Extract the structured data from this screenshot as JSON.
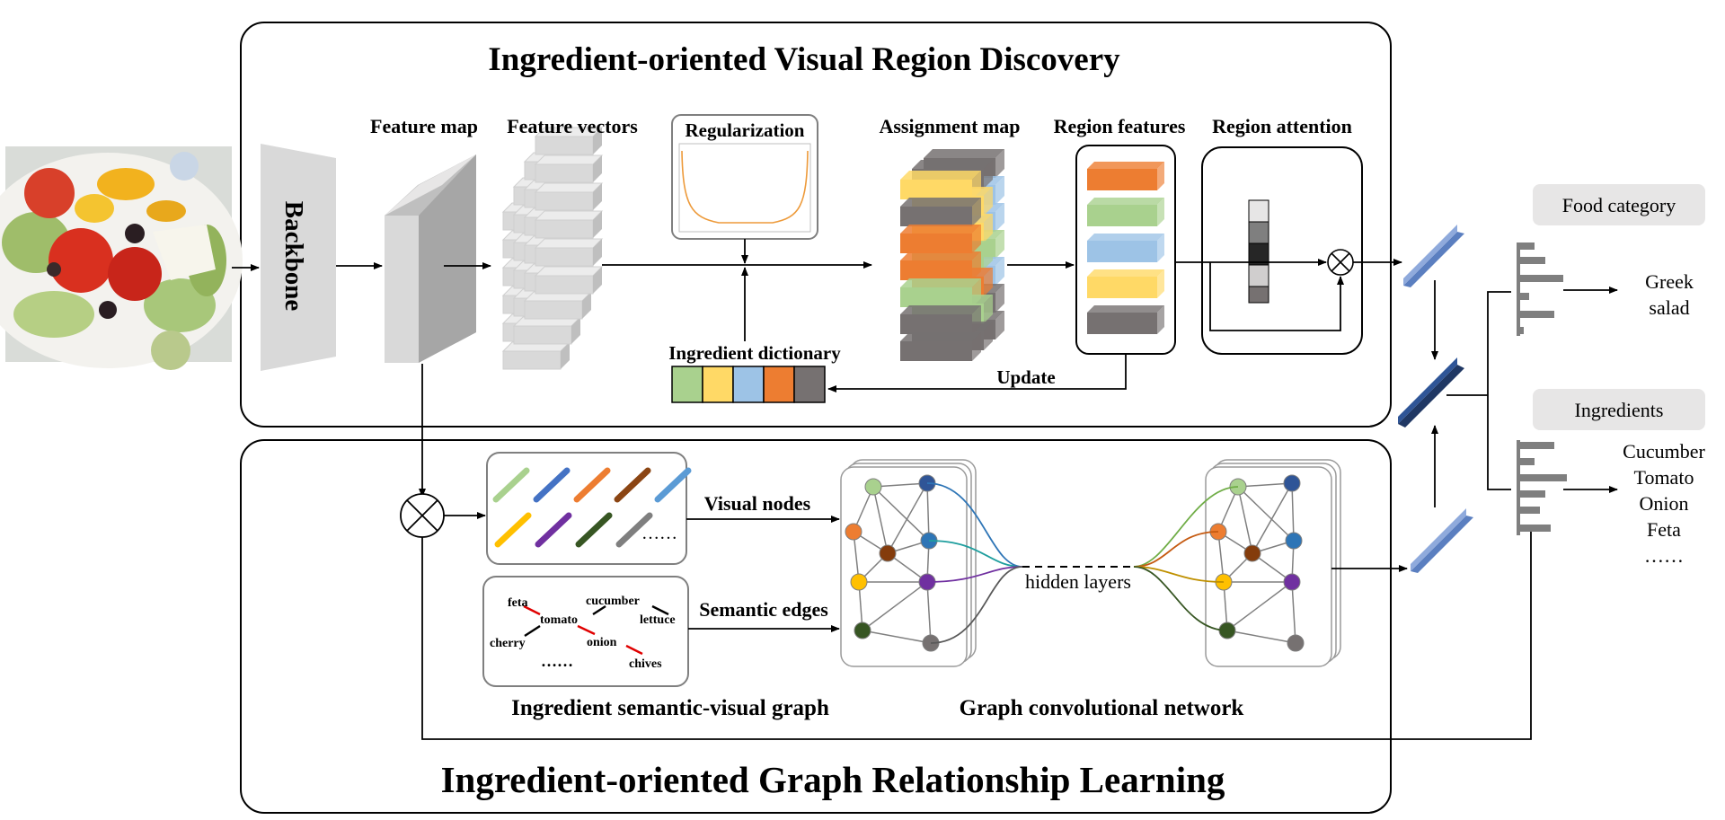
{
  "top_panel": {
    "title": "Ingredient-oriented Visual Region Discovery",
    "backbone": "Backbone",
    "feature_map": "Feature map",
    "feature_vectors": "Feature vectors",
    "regularization": "Regularization",
    "assignment_map": "Assignment map",
    "region_features": "Region features",
    "region_attention": "Region attention",
    "ingredient_dictionary": "Ingredient dictionary",
    "update": "Update"
  },
  "bottom_panel": {
    "title": "Ingredient-oriented Graph Relationship Learning",
    "visual_nodes": "Visual nodes",
    "semantic_edges": "Semantic edges",
    "graph_caption": "Ingredient semantic-visual graph",
    "gcn_caption": "Graph convolutional network",
    "hidden_layers": "hidden layers",
    "ellipsis": "……",
    "words": {
      "feta": "feta",
      "tomato": "tomato",
      "cucumber": "cucumber",
      "lettuce": "lettuce",
      "cherry": "cherry",
      "onion": "onion",
      "chives": "chives"
    }
  },
  "outputs": {
    "food_category_label": "Food category",
    "food_category_value_line1": "Greek",
    "food_category_value_line2": "salad",
    "ingredients_label": "Ingredients",
    "ingredient_list": [
      "Cucumber",
      "Tomato",
      "Onion",
      "Feta",
      "……"
    ]
  },
  "colors": {
    "orange": "#ED7D31",
    "green": "#A9D18E",
    "blue": "#9DC3E6",
    "yellow": "#FFD966",
    "gray": "#767171",
    "dark_blue": "#2F5597",
    "light_blue": "#8FAADC",
    "panel_stroke": "#000000",
    "label_bg": "#E7E6E6"
  }
}
